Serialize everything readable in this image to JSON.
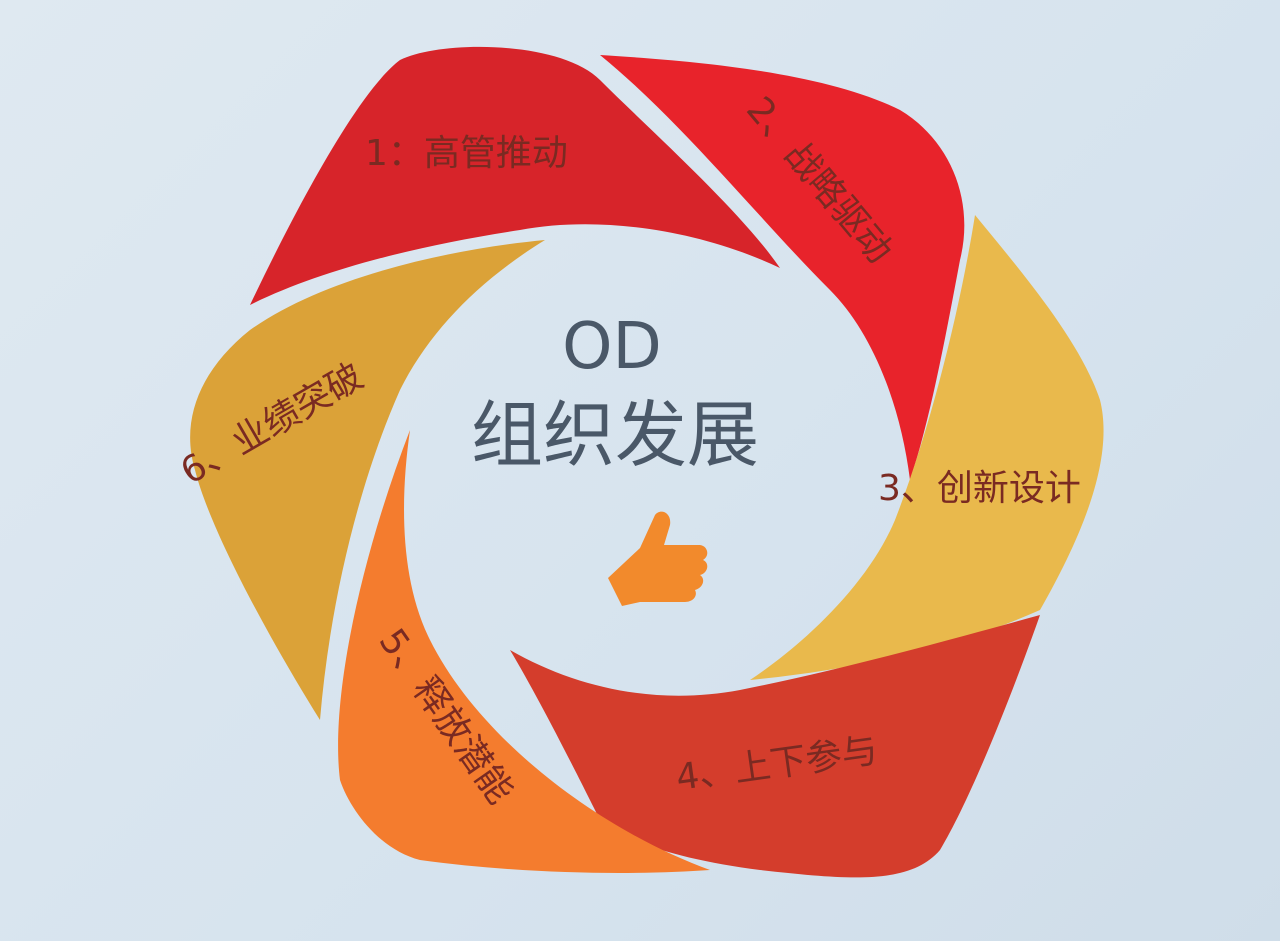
{
  "center": {
    "title": "OD",
    "subtitle": "组织发展"
  },
  "segments": [
    {
      "label": "1：高管推动",
      "color": "#d7242a"
    },
    {
      "label": "2、战略驱动",
      "color": "#e8232b"
    },
    {
      "label": "3、创新设计",
      "color": "#e9b94c"
    },
    {
      "label": "4、上下参与",
      "color": "#d43d2c"
    },
    {
      "label": "5、释放潜能",
      "color": "#f47c2e"
    },
    {
      "label": "6、业绩突破",
      "color": "#dba238"
    }
  ],
  "icon": {
    "name": "thumbs-up-icon",
    "color": "#f28a2c"
  }
}
